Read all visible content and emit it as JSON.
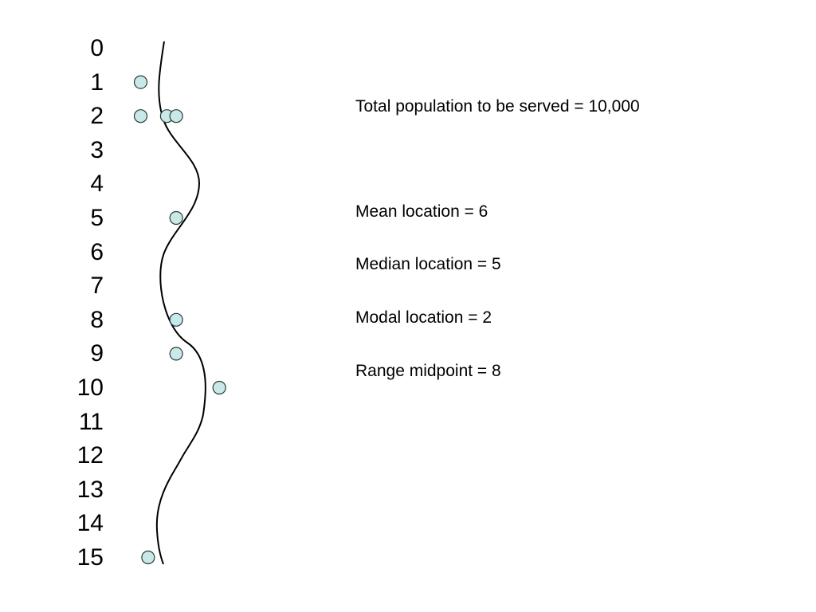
{
  "scale": {
    "labels": [
      "0",
      "1",
      "2",
      "3",
      "4",
      "5",
      "6",
      "7",
      "8",
      "9",
      "10",
      "11",
      "12",
      "13",
      "14",
      "15"
    ]
  },
  "households": [
    {
      "location": 1,
      "offset": -0.5
    },
    {
      "location": 2,
      "offset": -0.5
    },
    {
      "location": 2,
      "offset": 0.2
    },
    {
      "location": 2,
      "offset": 0.45
    },
    {
      "location": 5,
      "offset": 0.45
    },
    {
      "location": 8,
      "offset": 0.45
    },
    {
      "location": 9,
      "offset": 0.45
    },
    {
      "location": 10,
      "offset": 1.6
    },
    {
      "location": 15,
      "offset": -0.3
    }
  ],
  "colors": {
    "household_fill": "#c9e8e8",
    "household_stroke": "#2b3a3a",
    "road": "#000000"
  },
  "notes": {
    "total": "Total population to be served = 10,000",
    "mean": "Mean location = 6",
    "median": "Median location = 5",
    "modal": "Modal location = 2",
    "range": "Range midpoint = 8"
  }
}
